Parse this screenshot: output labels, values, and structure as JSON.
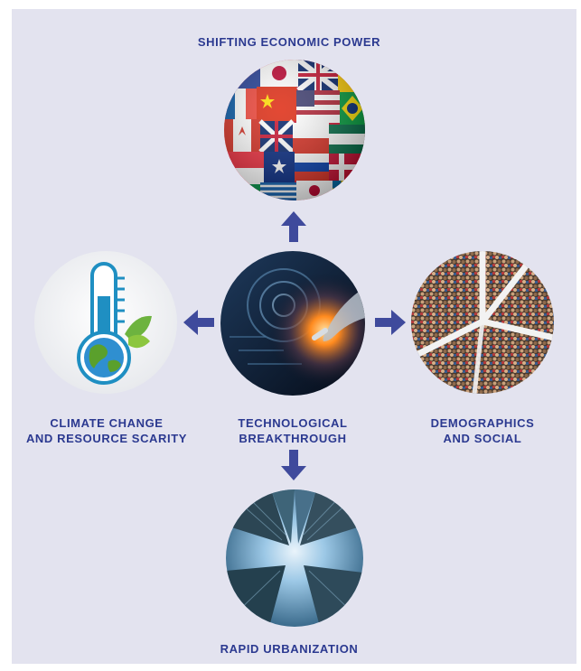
{
  "labels": {
    "top": "SHIFTING ECONOMIC POWER",
    "left_line1": "CLIMATE CHANGE",
    "left_line2": "AND RESOURCE SCARITY",
    "center_line1": "TECHNOLOGICAL",
    "center_line2": "BREAKTHROUGH",
    "right_line1": "DEMOGRAPHICS",
    "right_line2": "AND SOCIAL",
    "bottom": "RAPID URBANIZATION"
  },
  "colors": {
    "panel": "#e3e3ef",
    "accent": "#2b3990",
    "arrow": "#3f4a9c"
  }
}
